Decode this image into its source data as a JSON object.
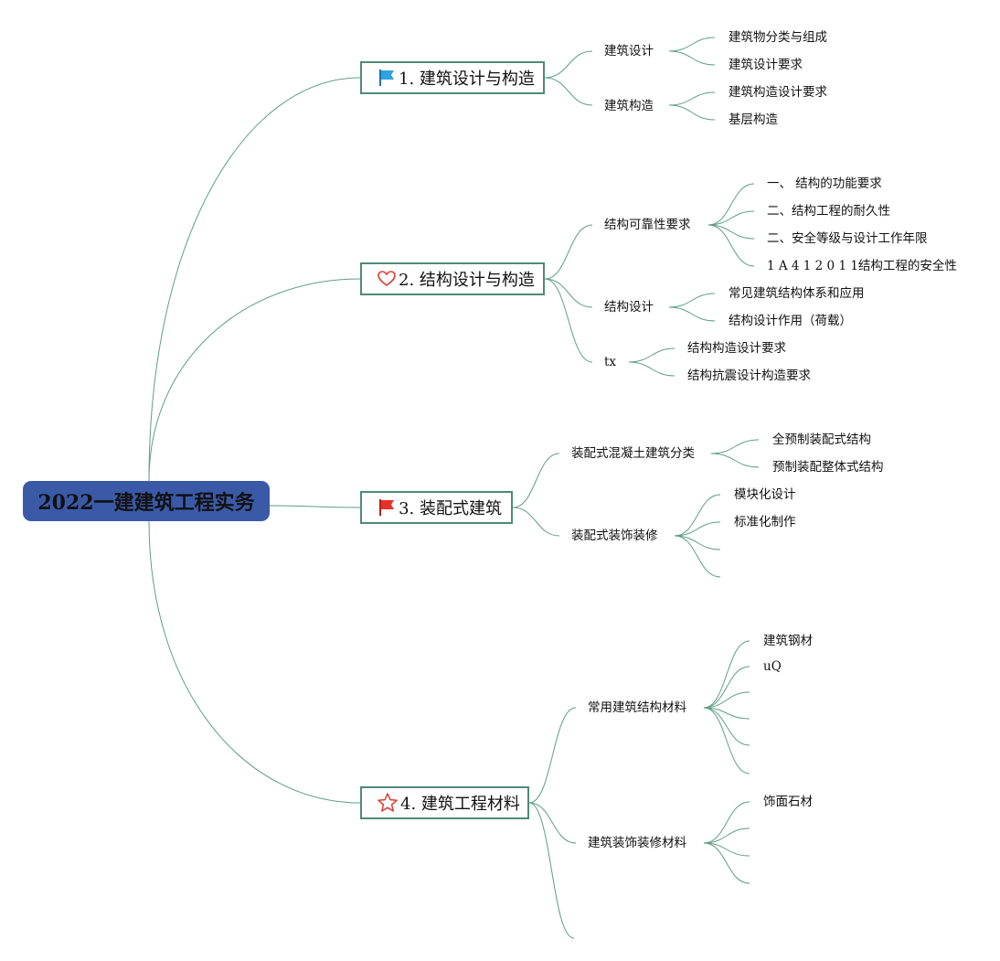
{
  "root": {
    "title": "2022一建建筑工程实务"
  },
  "branches": [
    {
      "label": "1. 建筑设计与构造",
      "icon": "blue-flag-icon",
      "children": [
        {
          "label": "建筑设计",
          "children": [
            "建筑物分类与组成",
            "建筑设计要求"
          ]
        },
        {
          "label": "建筑构造",
          "children": [
            "建筑构造设计要求",
            "基层构造"
          ]
        }
      ]
    },
    {
      "label": "2. 结构设计与构造",
      "icon": "heart-icon",
      "children": [
        {
          "label": "结构可靠性要求",
          "children": [
            "一、 结构的功能要求",
            "二、结构工程的耐久性",
            "二、安全等级与设计工作年限",
            "1 A 4 1 2 0 1 1结构工程的安全性"
          ]
        },
        {
          "label": "结构设计",
          "children": [
            "常见建筑结构体系和应用",
            "结构设计作用（荷载）"
          ]
        },
        {
          "label": "tx",
          "children": [
            "结构构造设计要求",
            "结构抗震设计构造要求"
          ]
        }
      ]
    },
    {
      "label": "3. 装配式建筑",
      "icon": "red-flag-icon",
      "children": [
        {
          "label": "装配式混凝土建筑分类",
          "children": [
            "全预制装配式结构",
            "预制装配整体式结构"
          ]
        },
        {
          "label": "装配式装饰装修",
          "children": [
            "模块化设计",
            "标准化制作",
            "",
            ""
          ]
        }
      ]
    },
    {
      "label": "4. 建筑工程材料",
      "icon": "star-icon",
      "children": [
        {
          "label": "常用建筑结构材料",
          "children": [
            "建筑钢材",
            "uQ",
            "",
            "",
            "",
            ""
          ]
        },
        {
          "label": "建筑装饰装修材料",
          "children": [
            "饰面石材",
            "",
            "",
            ""
          ]
        },
        {
          "label": "",
          "children": []
        }
      ]
    }
  ]
}
